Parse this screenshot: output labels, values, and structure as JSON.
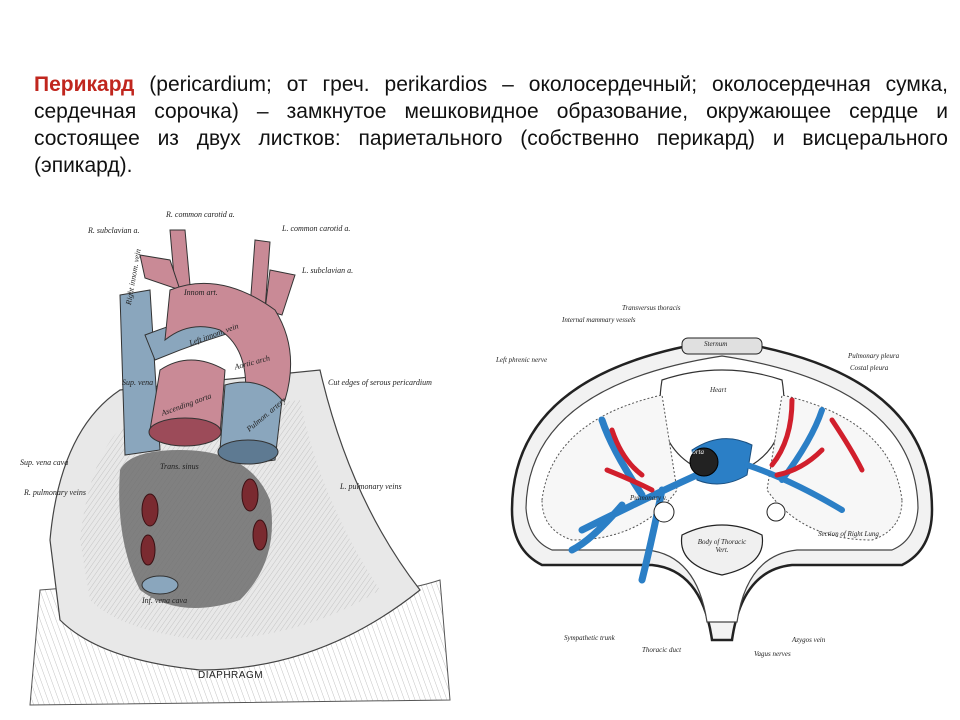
{
  "text": {
    "term": "Перикард",
    "body": " (pericardium; от греч. perikardios – околосердечный; околосердечная сумка, сердечная сорочка) – замкнутое мешковидное образование, окружающее сердце и состоящее из двух листков: париетального (собственно перикард) и висцерального (эпикард)."
  },
  "figure_left": {
    "labels": {
      "r_common_carotid": "R. common carotid a.",
      "r_subclavian": "R. subclavian a.",
      "l_common_carotid": "L. common carotid a.",
      "l_subclavian": "L. subclavian a.",
      "innom_art": "Innom art.",
      "right_innom_vein": "Right innom. vein",
      "left_innom_vein": "Left innom. vein",
      "aortic_arch": "Aortic arch",
      "sup_vena": "Sup. vena",
      "ascending_aorta": "Ascending aorta",
      "pulm_artery": "Pulmon. artery",
      "cut_edges": "Cut edges of serous pericardium",
      "sup_vena_cava": "Sup. vena cava",
      "trans_sinus": "Trans. sinus",
      "r_pulmonary_veins": "R. pulmonary veins",
      "l_pulmonary_veins": "L. pulmonary veins",
      "inf_vena_cava": "Inf. vena cava",
      "diaphragm": "DIAPHRAGM"
    }
  },
  "figure_right": {
    "labels": {
      "transversus_thoracis": "Transversus thoracis",
      "internal_mammary": "Internal mammary vessels",
      "sternum": "Sternum",
      "left_phrenic": "Left phrenic nerve",
      "pulmonary_pleura": "Pulmonary pleura",
      "costal_pleura": "Costal pleura",
      "heart": "Heart",
      "aorta": "Aorta",
      "pulmonary_vein": "Pulmonary v.",
      "body_thoracic_vert": "Body of Thoracic Vert.",
      "sympathetic_trunk": "Sympathetic trunk",
      "thoracic_duct": "Thoracic duct",
      "azygos_vein": "Azygos vein",
      "vagus_nerves": "Vagus nerves",
      "section_right_lung": "Section of Right Lung"
    }
  },
  "colors": {
    "term": "#c0261e",
    "artery": "#c98a96",
    "vein": "#8aa6bd",
    "vessel_red": "#d11f2c",
    "vessel_blue": "#2b7fc6"
  }
}
